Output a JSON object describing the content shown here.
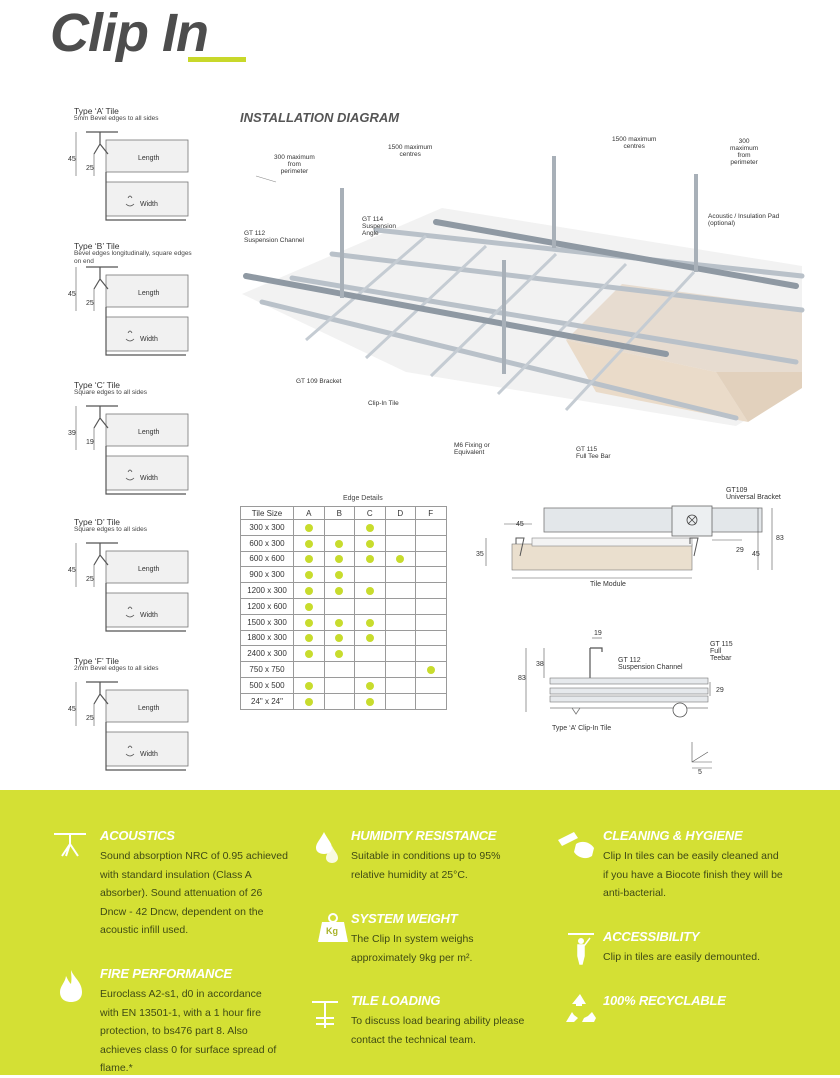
{
  "title": "Clip In",
  "tiles": [
    {
      "name": "Type ‘A’ Tile",
      "desc": "5mm Bevel edges to all sides",
      "dim_total": "45",
      "dim_inner": "25"
    },
    {
      "name": "Type ‘B’ Tile",
      "desc": "Bevel edges longitudinally, square edges on end",
      "dim_total": "45",
      "dim_inner": "25"
    },
    {
      "name": "Type ‘C’ Tile",
      "desc": "Square edges to all sides",
      "dim_total": "39",
      "dim_inner": "19"
    },
    {
      "name": "Type ‘D’ Tile",
      "desc": "Square edges to all sides",
      "dim_total": "45",
      "dim_inner": "25"
    },
    {
      "name": "Type ‘F’ Tile",
      "desc": "2mm Bevel edges to all sides",
      "dim_total": "45",
      "dim_inner": "25"
    }
  ],
  "tile_labels": {
    "length": "Length",
    "width": "Width"
  },
  "diagram": {
    "title": "INSTALLATION DIAGRAM",
    "labels": {
      "perim_left": [
        "300 maximum",
        "from",
        "perimeter"
      ],
      "centres_1": [
        "1500 maximum",
        "centres"
      ],
      "centres_2": [
        "1500 maximum",
        "centres"
      ],
      "perim_right": [
        "300",
        "maximum",
        "from",
        "perimeter"
      ],
      "gt112": [
        "GT 112",
        "Suspension Channel"
      ],
      "gt114": [
        "GT 114",
        "Suspension",
        "Angle"
      ],
      "pad": [
        "Acoustic / Insulation Pad",
        "(optional)"
      ],
      "gt109": [
        "GT 109 Bracket"
      ],
      "cliptile": [
        "Clip-In Tile"
      ],
      "m6": [
        "M6 Fixing or",
        "Equivalent"
      ],
      "gt115": [
        "GT 115",
        "Full Tee Bar"
      ]
    }
  },
  "edge_table": {
    "caption": "Edge Details",
    "size_header": "Tile Size",
    "edges": [
      "A",
      "B",
      "C",
      "D",
      "F"
    ],
    "rows": [
      {
        "size": "300 x 300",
        "marks": [
          true,
          false,
          true,
          false,
          false
        ]
      },
      {
        "size": "600 x 300",
        "marks": [
          true,
          true,
          true,
          false,
          false
        ]
      },
      {
        "size": "600 x 600",
        "marks": [
          true,
          true,
          true,
          true,
          false
        ]
      },
      {
        "size": "900 x 300",
        "marks": [
          true,
          true,
          false,
          false,
          false
        ]
      },
      {
        "size": "1200 x 300",
        "marks": [
          true,
          true,
          true,
          false,
          false
        ]
      },
      {
        "size": "1200 x 600",
        "marks": [
          true,
          false,
          false,
          false,
          false
        ]
      },
      {
        "size": "1500 x 300",
        "marks": [
          true,
          true,
          true,
          false,
          false
        ]
      },
      {
        "size": "1800 x 300",
        "marks": [
          true,
          true,
          true,
          false,
          false
        ]
      },
      {
        "size": "2400 x 300",
        "marks": [
          true,
          true,
          false,
          false,
          false
        ]
      },
      {
        "size": "750 x 750",
        "marks": [
          false,
          false,
          false,
          false,
          true
        ]
      },
      {
        "size": "500 x 500",
        "marks": [
          true,
          false,
          true,
          false,
          false
        ]
      },
      {
        "size": "24\" x 24\"",
        "marks": [
          true,
          false,
          true,
          false,
          false
        ]
      }
    ]
  },
  "section1": {
    "gt109": [
      "GT109",
      "Universal Bracket"
    ],
    "d45": "45",
    "d35": "35",
    "d29": "29",
    "d45b": "45",
    "d83": "83",
    "module": "Tile Module"
  },
  "section2": {
    "d19": "19",
    "d38": "38",
    "d83": "83",
    "d29": "29",
    "d5": "5",
    "gt112": [
      "GT 112",
      "Suspension Channel"
    ],
    "gt115": [
      "GT 115",
      "Full",
      "Teebar"
    ],
    "tile": "Type ‘A’ Clip-In Tile"
  },
  "features": [
    {
      "heading": "ACOUSTICS",
      "icon": "acoustics-icon",
      "lines": [
        "Sound absorption NRC of 0.95 achieved",
        "with standard insulation (Class A",
        "absorber). Sound attenuation of 26",
        "Dncw - 42 Dncw, dependent on the",
        "acoustic infill used."
      ]
    },
    {
      "heading": "FIRE PERFORMANCE",
      "icon": "flame-icon",
      "lines": [
        "Euroclass A2-s1, d0 in accordance",
        "with EN 13501-1, with a 1 hour fire",
        "protection, to bs476 part 8. Also",
        "achieves class 0 for surface spread of",
        "flame.*"
      ]
    },
    {
      "heading": "HUMIDITY RESISTANCE",
      "icon": "droplets-icon",
      "lines": [
        "Suitable in conditions up to 95%",
        "relative humidity at 25°C."
      ]
    },
    {
      "heading": "SYSTEM WEIGHT",
      "icon": "weight-icon",
      "icon_text": "Kg",
      "lines": [
        "The Clip In system weighs",
        "approximately 9kg per m²."
      ]
    },
    {
      "heading": "TILE LOADING",
      "icon": "load-icon",
      "lines": [
        "To discuss load bearing ability please",
        "contact the technical team."
      ]
    },
    {
      "heading": "CLEANING & HYGIENE",
      "icon": "cleaning-hand-icon",
      "lines": [
        "Clip In tiles can be easily cleaned and",
        "if you have a Biocote finish they will be",
        "anti-bacterial."
      ]
    },
    {
      "heading": "ACCESSIBILITY",
      "icon": "access-person-icon",
      "lines": [
        "Clip in tiles are easily demounted."
      ]
    },
    {
      "heading": "100% RECYCLABLE",
      "icon": "recycle-icon",
      "lines": []
    }
  ],
  "colors": {
    "accent": "#c8d82a",
    "footer_bg": "#d4e034",
    "heading": "#ffffff",
    "text": "#3f4a14"
  }
}
